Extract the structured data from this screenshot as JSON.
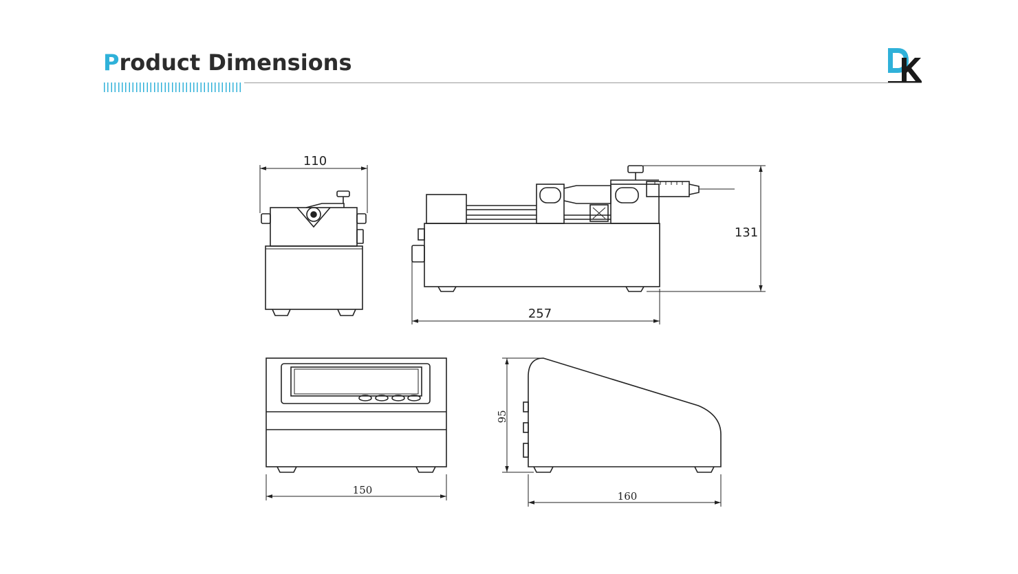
{
  "header": {
    "title_initial": "P",
    "title_rest": "roduct Dimensions",
    "accent_color": "#2fb1d9",
    "text_color": "#2c2c2c"
  },
  "logo": {
    "letter_1": "D",
    "letter_2": "K",
    "color_1": "#2fb1d9",
    "color_2": "#1a1a1a"
  },
  "dimensions": {
    "front_width": "110",
    "side_length": "257",
    "side_height": "131",
    "bottom_width": "150",
    "profile_height": "95",
    "profile_depth": "160"
  },
  "icons": [
    "dk-logo-icon"
  ]
}
